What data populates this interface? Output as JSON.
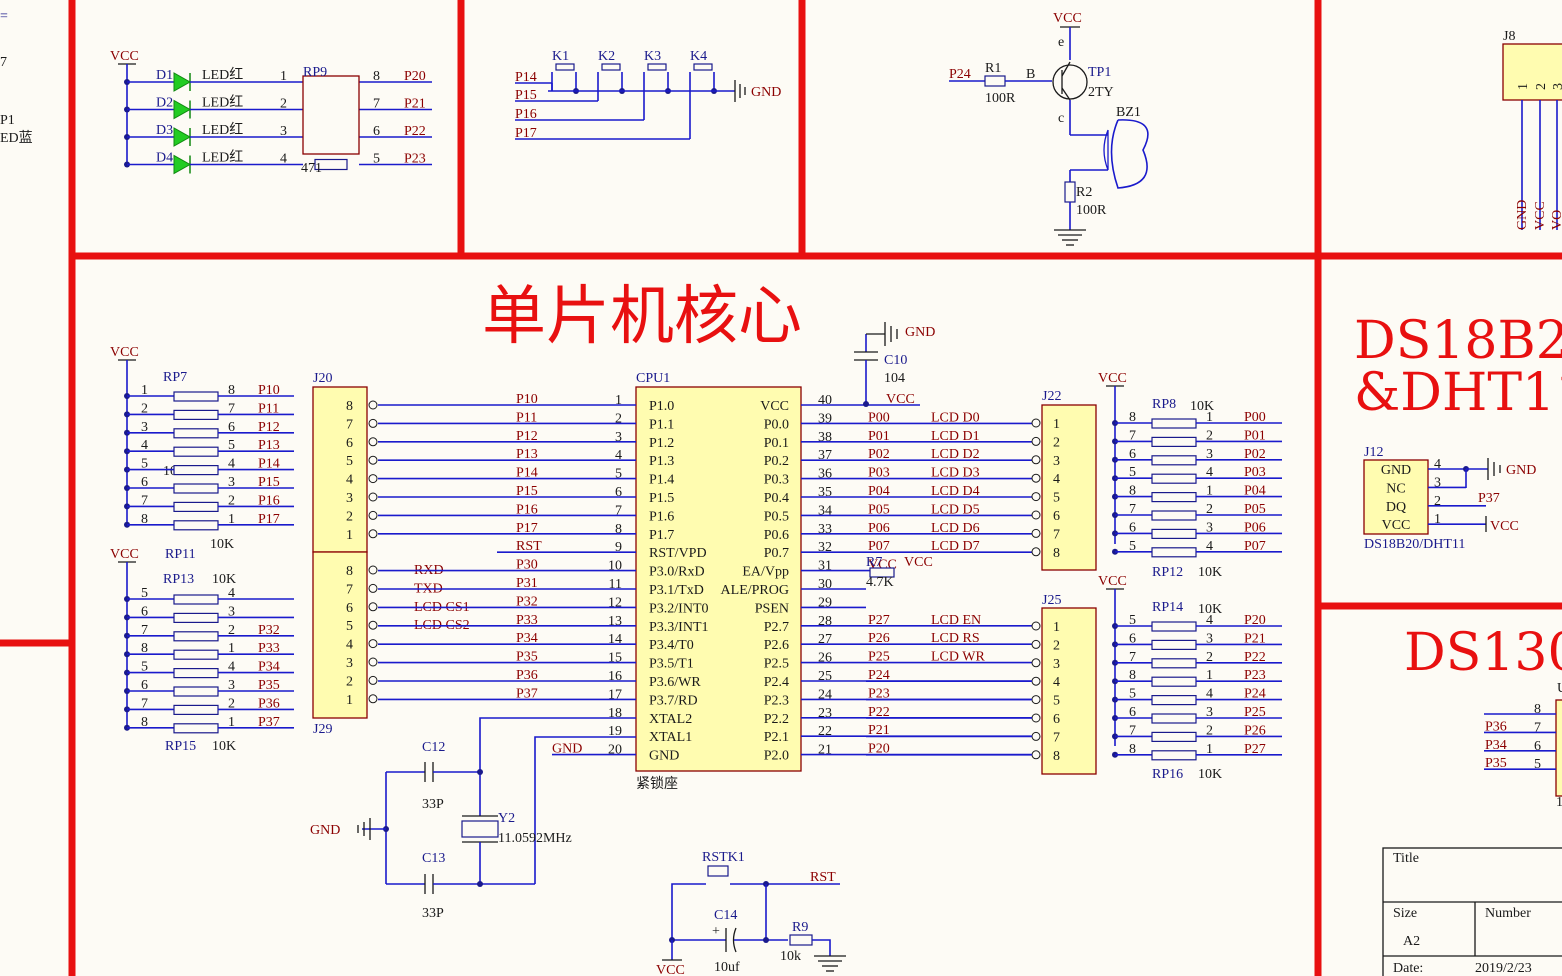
{
  "titles": {
    "core": "单片机核心",
    "ds18b20_line1": "DS18B2",
    "ds18b20_line2": "&DHT11",
    "ds1302": "DS130"
  },
  "power": {
    "vcc": "VCC",
    "gnd": "GND"
  },
  "left_edge": {
    "tick": "=",
    "seven": "7",
    "p1": "P1",
    "ledblue": "ED蓝"
  },
  "leds": {
    "items": [
      {
        "ref": "D1",
        "label": "LED红",
        "pin": "1",
        "pin2": "8",
        "net": "P20"
      },
      {
        "ref": "D2",
        "label": "LED红",
        "pin": "2",
        "pin2": "7",
        "net": "P21"
      },
      {
        "ref": "D3",
        "label": "LED红",
        "pin": "3",
        "pin2": "6",
        "net": "P22"
      },
      {
        "ref": "D4",
        "label": "LED红",
        "pin": "4",
        "pin2": "5",
        "net": "P23"
      }
    ],
    "rp": "RP9",
    "rp_value": "471"
  },
  "keys": {
    "items": [
      "K1",
      "K2",
      "K3",
      "K4"
    ],
    "nets": [
      "P14",
      "P15",
      "P16",
      "P17"
    ]
  },
  "buzzer": {
    "r1": "R1",
    "r1_val": "100R",
    "net": "P24",
    "b": "B",
    "e": "e",
    "c": "c",
    "tp": "TP1",
    "tp_val": "2TY",
    "bz": "BZ1",
    "r2": "R2",
    "r2_val": "100R"
  },
  "j8": {
    "ref": "J8",
    "pins": [
      "1",
      "2",
      "3"
    ],
    "nets": [
      "GND",
      "VCC",
      "VO"
    ]
  },
  "rp7": {
    "ref": "RP7",
    "value": "10K",
    "left_pins": [
      "1",
      "2",
      "3",
      "4",
      "5",
      "6",
      "7",
      "8"
    ],
    "right_pins": [
      "8",
      "7",
      "6",
      "5",
      "4",
      "3",
      "2",
      "1"
    ],
    "nets": [
      "P10",
      "P11",
      "P12",
      "P13",
      "P14",
      "P15",
      "P16",
      "P17"
    ],
    "rp11": "RP11",
    "rp11_val": "10K"
  },
  "rp13": {
    "ref": "RP13",
    "value": "10K",
    "left_pins": [
      "5",
      "6",
      "7",
      "8",
      "5",
      "6",
      "7",
      "8"
    ],
    "right_pins": [
      "4",
      "3",
      "2",
      "1",
      "4",
      "3",
      "2",
      "1"
    ],
    "nets": [
      "",
      "",
      "P32",
      "P33",
      "P34",
      "P35",
      "P36",
      "P37"
    ],
    "rp15": "RP15",
    "rp15_val": "10K"
  },
  "j20": {
    "ref": "J20",
    "pins": [
      "8",
      "7",
      "6",
      "5",
      "4",
      "3",
      "2",
      "1"
    ],
    "nets": [
      "P10",
      "P11",
      "P12",
      "P13",
      "P14",
      "P15",
      "P16",
      "P17"
    ]
  },
  "j29": {
    "ref": "J29",
    "pins": [
      "8",
      "7",
      "6",
      "5",
      "4",
      "3",
      "2",
      "1"
    ],
    "nets": [
      "P30",
      "P31",
      "P32",
      "P33",
      "P34",
      "P35",
      "P36",
      "P37"
    ],
    "extra": [
      "RXD",
      "TXD",
      "LCD_CS1",
      "LCD_CS2",
      "",
      "",
      "",
      ""
    ]
  },
  "cpu": {
    "ref": "CPU1",
    "footer": "紧锁座",
    "left": [
      {
        "num": "1",
        "name": "P1.0"
      },
      {
        "num": "2",
        "name": "P1.1"
      },
      {
        "num": "3",
        "name": "P1.2"
      },
      {
        "num": "4",
        "name": "P1.3"
      },
      {
        "num": "5",
        "name": "P1.4"
      },
      {
        "num": "6",
        "name": "P1.5"
      },
      {
        "num": "7",
        "name": "P1.6"
      },
      {
        "num": "8",
        "name": "P1.7"
      },
      {
        "num": "9",
        "name": "RST/VPD"
      },
      {
        "num": "10",
        "name": "P3.0/RxD"
      },
      {
        "num": "11",
        "name": "P3.1/TxD"
      },
      {
        "num": "12",
        "name": "P3.2/INT0"
      },
      {
        "num": "13",
        "name": "P3.3/INT1"
      },
      {
        "num": "14",
        "name": "P3.4/T0"
      },
      {
        "num": "15",
        "name": "P3.5/T1"
      },
      {
        "num": "16",
        "name": "P3.6/WR"
      },
      {
        "num": "17",
        "name": "P3.7/RD"
      },
      {
        "num": "18",
        "name": "XTAL2"
      },
      {
        "num": "19",
        "name": "XTAL1"
      },
      {
        "num": "20",
        "name": "GND"
      }
    ],
    "right": [
      {
        "num": "40",
        "name": "VCC"
      },
      {
        "num": "39",
        "name": "P0.0"
      },
      {
        "num": "38",
        "name": "P0.1"
      },
      {
        "num": "37",
        "name": "P0.2"
      },
      {
        "num": "36",
        "name": "P0.3"
      },
      {
        "num": "35",
        "name": "P0.4"
      },
      {
        "num": "34",
        "name": "P0.5"
      },
      {
        "num": "33",
        "name": "P0.6"
      },
      {
        "num": "32",
        "name": "P0.7"
      },
      {
        "num": "31",
        "name": "EA/Vpp"
      },
      {
        "num": "30",
        "name": "ALE/PROG"
      },
      {
        "num": "29",
        "name": "PSEN"
      },
      {
        "num": "28",
        "name": "P2.7"
      },
      {
        "num": "27",
        "name": "P2.6"
      },
      {
        "num": "26",
        "name": "P2.5"
      },
      {
        "num": "25",
        "name": "P2.4"
      },
      {
        "num": "24",
        "name": "P2.3"
      },
      {
        "num": "23",
        "name": "P2.2"
      },
      {
        "num": "22",
        "name": "P2.1"
      },
      {
        "num": "21",
        "name": "P2.0"
      }
    ],
    "left_nets": [
      "P10",
      "P11",
      "P12",
      "P13",
      "P14",
      "P15",
      "P16",
      "P17",
      "RST",
      "P30",
      "P31",
      "P32",
      "P33",
      "P34",
      "P35",
      "P36",
      "P37",
      "",
      "",
      "GND"
    ],
    "right_nets": [
      "VCC",
      "P00",
      "P01",
      "P02",
      "P03",
      "P04",
      "P05",
      "P06",
      "P07",
      "VCC",
      "",
      "",
      "P27",
      "P26",
      "P25",
      "P24",
      "P23",
      "P22",
      "P21",
      "P20"
    ],
    "right_func": [
      "",
      "LCD_D0",
      "LCD_D1",
      "LCD_D2",
      "LCD_D3",
      "LCD_D4",
      "LCD_D5",
      "LCD_D6",
      "LCD_D7",
      "",
      "",
      "",
      "LCD_EN",
      "LCD_RS",
      "LCD_WR",
      "",
      "",
      "",
      "",
      ""
    ]
  },
  "c10": {
    "ref": "C10",
    "value": "104"
  },
  "r7": {
    "ref": "R7",
    "value": "4.7K"
  },
  "j22": {
    "ref": "J22",
    "pins": [
      "1",
      "2",
      "3",
      "4",
      "5",
      "6",
      "7",
      "8"
    ]
  },
  "j25": {
    "ref": "J25",
    "pins": [
      "1",
      "2",
      "3",
      "4",
      "5",
      "6",
      "7",
      "8"
    ]
  },
  "rp8": {
    "ref": "RP8",
    "value": "10K",
    "left_pins": [
      "8",
      "7",
      "6",
      "5",
      "8",
      "7",
      "6",
      "5"
    ],
    "right_pins": [
      "1",
      "2",
      "3",
      "4",
      "1",
      "2",
      "3",
      "4"
    ],
    "nets": [
      "P00",
      "P01",
      "P02",
      "P03",
      "P04",
      "P05",
      "P06",
      "P07"
    ],
    "rp12": "RP12",
    "rp12_val": "10K"
  },
  "rp14": {
    "ref": "RP14",
    "value": "10K",
    "left_pins": [
      "5",
      "6",
      "7",
      "8",
      "5",
      "6",
      "7",
      "8"
    ],
    "right_pins": [
      "4",
      "3",
      "2",
      "1",
      "4",
      "3",
      "2",
      "1"
    ],
    "nets": [
      "P20",
      "P21",
      "P22",
      "P23",
      "P24",
      "P25",
      "P26",
      "P27"
    ],
    "rp16": "RP16",
    "rp16_val": "10K"
  },
  "crystal": {
    "c12": "C12",
    "c12_val": "33P",
    "c13": "C13",
    "c13_val": "33P",
    "y": "Y2",
    "y_val": "11.0592MHz"
  },
  "reset": {
    "key": "RSTK1",
    "net": "RST",
    "c": "C14",
    "c_val": "10uf",
    "r": "R9",
    "r_val": "10k",
    "plus": "+"
  },
  "j12": {
    "ref": "J12",
    "pins": [
      {
        "name": "GND",
        "num": "4"
      },
      {
        "name": "NC",
        "num": "3"
      },
      {
        "name": "DQ",
        "num": "2"
      },
      {
        "name": "VCC",
        "num": "1"
      }
    ],
    "dq_net": "P37",
    "footer": "DS18B20/DHT11"
  },
  "ds1302_conn": {
    "pins": [
      "8",
      "7",
      "6",
      "5"
    ],
    "nets": [
      "",
      "P36",
      "P34",
      "P35"
    ],
    "edge": "1",
    "edge2": "U"
  },
  "titleblock": {
    "title": "Title",
    "size": "Size",
    "size_val": "A2",
    "number": "Number",
    "date": "Date:",
    "date_val": "2019/2/23"
  }
}
